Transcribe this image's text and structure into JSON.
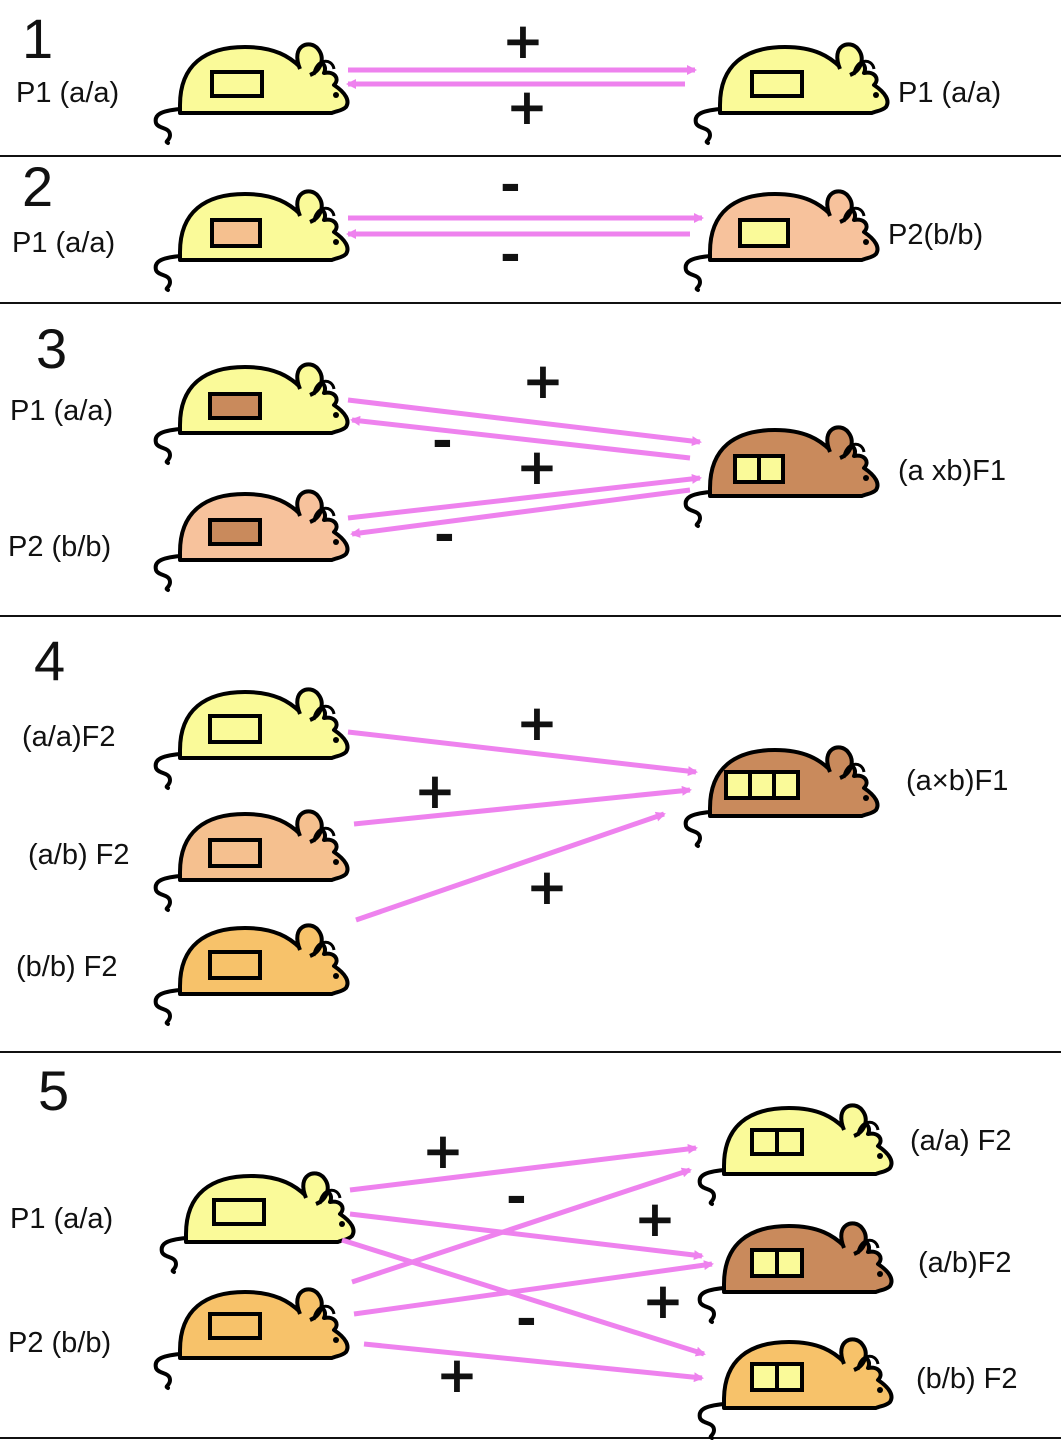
{
  "colors": {
    "arrow": "#ee82ee",
    "mouse_a_a": "#fafa99",
    "mouse_b_b_p2": "#f7c29c",
    "mouse_a_b": "#f5c08f",
    "mouse_b_b_f2": "#f7c26a",
    "mouse_f1": "#c98a5c",
    "graft_yellow": "#fafa99",
    "graft_tan": "#f5c08f",
    "graft_brown": "#c98a5c"
  },
  "panels": [
    {
      "number": "1",
      "labels": {
        "left": "P1 (a/a)",
        "right": "P1 (a/a)"
      },
      "signs": [
        "+",
        "+"
      ]
    },
    {
      "number": "2",
      "labels": {
        "left": "P1 (a/a)",
        "right": "P2(b/b)"
      },
      "signs": [
        "-",
        "-"
      ]
    },
    {
      "number": "3",
      "labels": {
        "left_top": "P1 (a/a)",
        "left_bottom": "P2 (b/b)",
        "right": "(a xb)F1"
      },
      "signs": [
        "+",
        "-",
        "+",
        "-"
      ]
    },
    {
      "number": "4",
      "labels": {
        "left_1": "(a/a)F2",
        "left_2": "(a/b) F2",
        "left_3": "(b/b) F2",
        "right": "(a×b)F1"
      },
      "signs": [
        "+",
        "+",
        "+"
      ]
    },
    {
      "number": "5",
      "labels": {
        "left_top": "P1 (a/a)",
        "left_bottom": "P2 (b/b)",
        "right_1": "(a/a) F2",
        "right_2": "(a/b)F2",
        "right_3": "(b/b) F2"
      },
      "signs": [
        "+",
        "-",
        "+",
        "+",
        "-",
        "+"
      ]
    }
  ]
}
